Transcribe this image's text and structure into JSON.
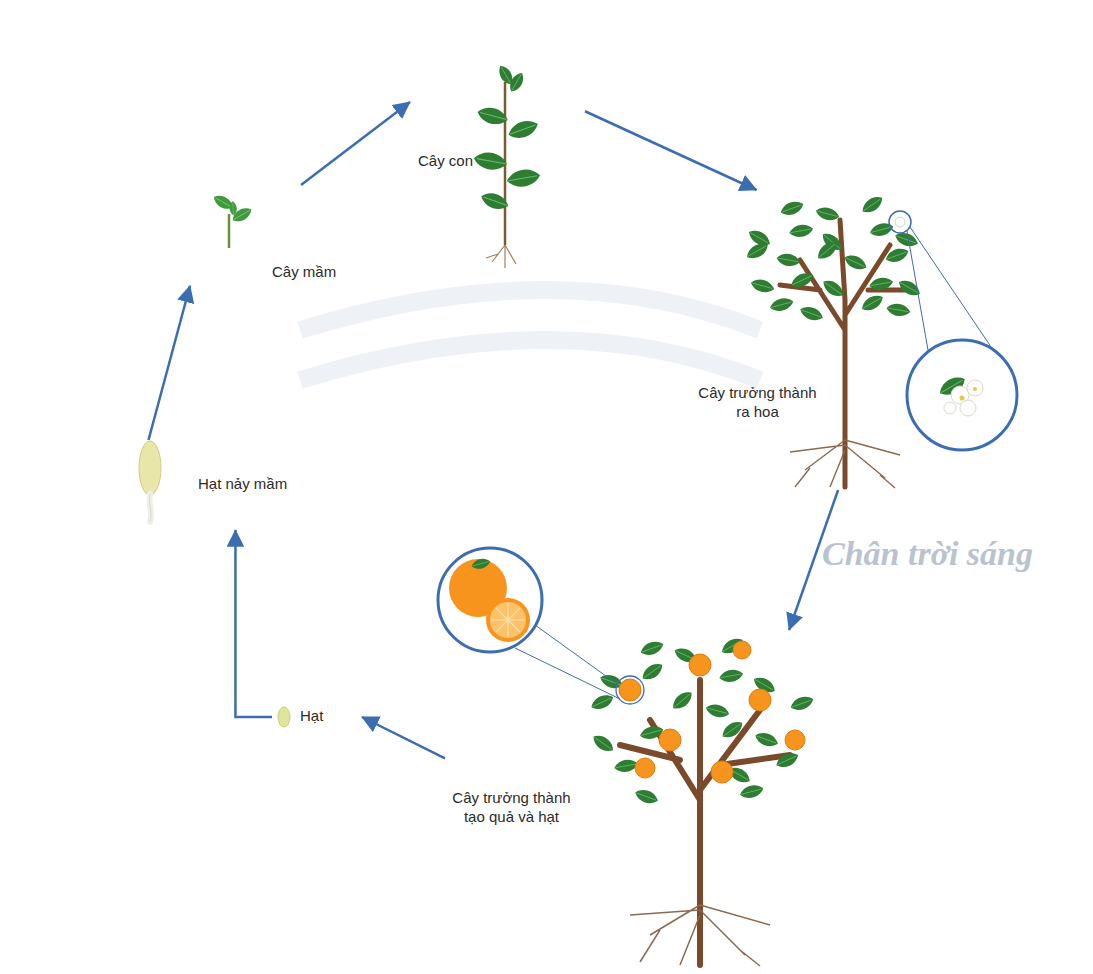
{
  "diagram": {
    "nodes": [
      {
        "text": [
          "Cây mầm"
        ]
      },
      {
        "text": [
          "Cây con"
        ]
      },
      {
        "text": [
          "Cây trưởng thành ra hoa"
        ]
      },
      {
        "text": [
          "Cây trưởng thành tạo quả và hạt"
        ]
      },
      {
        "text": [
          "Hạt"
        ]
      },
      {
        "text": [
          "Hạt nảy mầm"
        ]
      }
    ],
    "edges": [
      {
        "from": 0,
        "to": 1,
        "arrow": "to"
      },
      {
        "from": 1,
        "to": 2,
        "arrow": "to"
      },
      {
        "from": 2,
        "to": 3,
        "arrow": "to"
      },
      {
        "from": 3,
        "to": 4,
        "arrow": "to"
      },
      {
        "from": 4,
        "to": 5,
        "arrow": "to"
      },
      {
        "from": 5,
        "to": 0,
        "arrow": "to"
      }
    ],
    "labels": [
      "Chân trời sáng"
    ]
  }
}
